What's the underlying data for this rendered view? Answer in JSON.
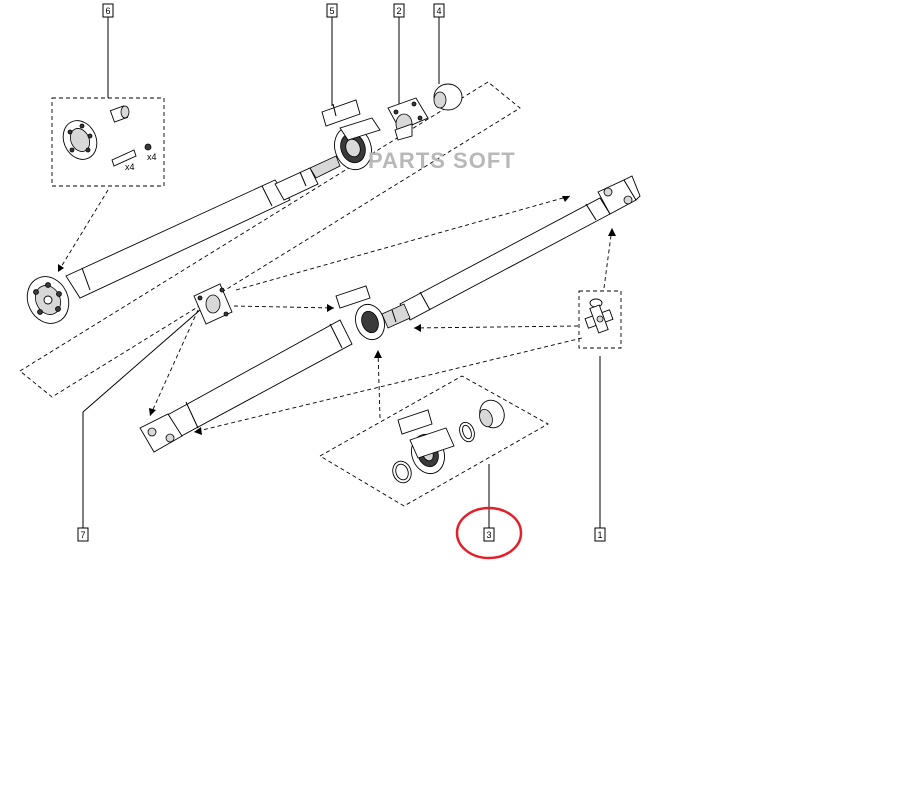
{
  "diagram": {
    "watermark": "PARTS SOFT",
    "callouts": [
      {
        "label": "6"
      },
      {
        "label": "5"
      },
      {
        "label": "2"
      },
      {
        "label": "4"
      },
      {
        "label": "7"
      },
      {
        "label": "3"
      },
      {
        "label": "1"
      }
    ],
    "quantity_labels": [
      "x4",
      "x4"
    ],
    "highlight": {
      "target_callout": "3",
      "color": "#e3202a"
    },
    "colors": {
      "line": "#000000",
      "shade": "#d8d8d8",
      "highlight": "#e3202a",
      "watermark": "#b8b8b8"
    }
  }
}
